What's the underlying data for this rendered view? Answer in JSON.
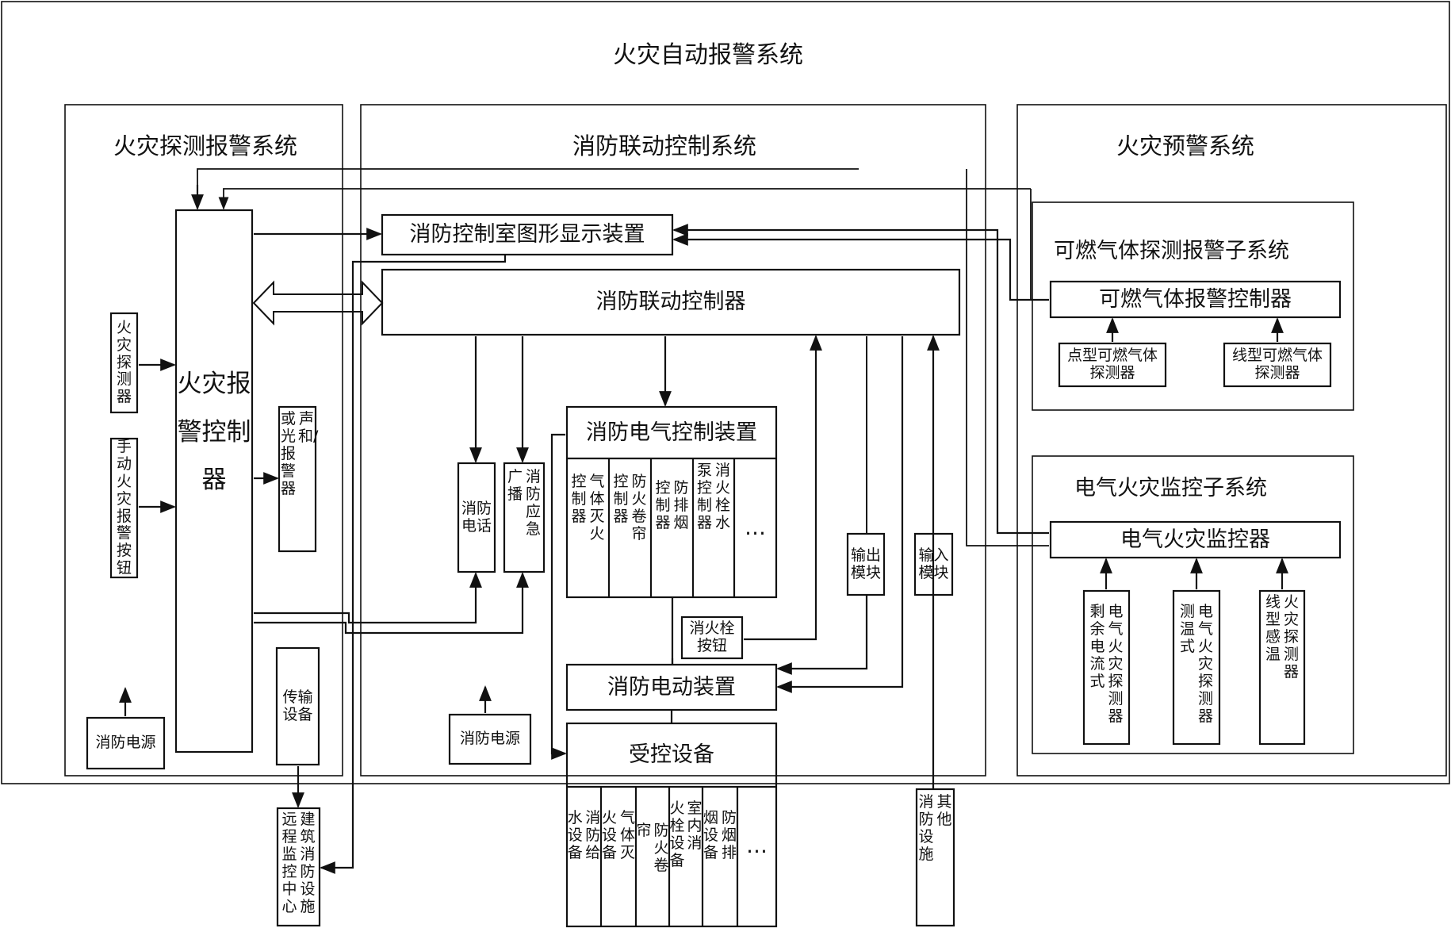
{
  "title": "火灾自动报警系统",
  "sections": {
    "detection": "火灾探测报警系统",
    "linkage": "消防联动控制系统",
    "warning": "火灾预警系统"
  },
  "detection": {
    "controller": "火灾报警控制器",
    "detector": "火灾探测器",
    "manual_button": "手动火灾报警按钮",
    "sound_light": [
      "声和/",
      "或光报警器"
    ],
    "transmission": "传输设备",
    "power": "消防电源",
    "remote_center": [
      "建筑消防设施",
      "远程监控中心"
    ]
  },
  "linkage": {
    "graphic_display": "消防控制室图形显示装置",
    "controller": "消防联动控制器",
    "telephone": "消防电话",
    "broadcast": [
      "消防应急",
      "广播"
    ],
    "electric_control": "消防电气控制装置",
    "ec_items": [
      [
        "气体灭火",
        "控制器"
      ],
      [
        "防火卷帘",
        "控制器"
      ],
      [
        "防排烟",
        "控制器"
      ],
      [
        "消火栓水",
        "泵控制器"
      ]
    ],
    "ellipsis": "…",
    "hydrant_button": [
      "消火栓",
      "按钮"
    ],
    "output_module": [
      "输出",
      "模块"
    ],
    "input_module": [
      "输入",
      "模块"
    ],
    "electric_device": "消防电动装置",
    "controlled": "受控设备",
    "controlled_items": [
      [
        "消防给",
        "水设备"
      ],
      [
        "气体灭",
        "火设备"
      ],
      [
        "防火卷",
        "帘"
      ],
      [
        "室内消",
        "火栓设备"
      ],
      [
        "防烟排",
        "烟设备"
      ]
    ],
    "power": "消防电源",
    "other": [
      "其他",
      "消防设施"
    ]
  },
  "warning": {
    "gas_subsystem": "可燃气体探测报警子系统",
    "gas_controller": "可燃气体报警控制器",
    "point_detector": [
      "点型可燃气体",
      "探测器"
    ],
    "line_detector": [
      "线型可燃气体",
      "探测器"
    ],
    "electric_subsystem": "电气火灾监控子系统",
    "electric_monitor": "电气火灾监控器",
    "residual_current": [
      "电气火灾探测器",
      "剩余电流式"
    ],
    "temperature": [
      "电气火灾探测器",
      "测温式"
    ],
    "linear_temp": [
      "火灾探测器",
      "线型感温"
    ]
  }
}
